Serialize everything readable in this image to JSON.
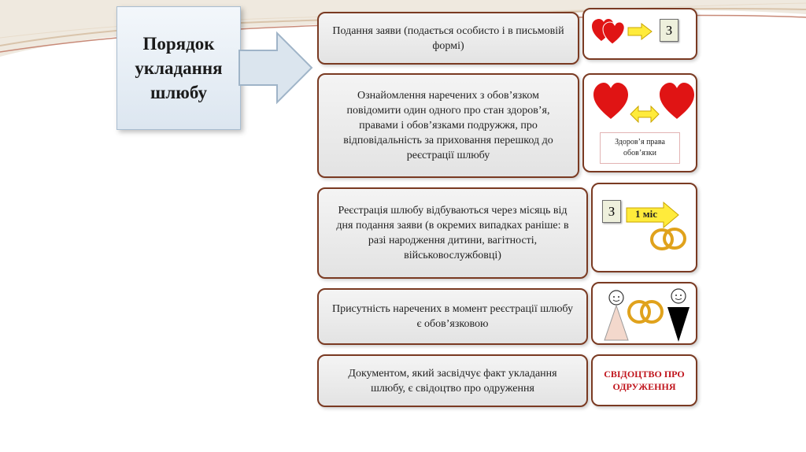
{
  "title": "Порядок укладання шлюбу",
  "steps": [
    {
      "text": "Подання заяви (подається особисто і в письмовій формі)"
    },
    {
      "text": "Ознайомлення наречених з обов’язком повідомити один одного про стан здоров’я, правами і обов’язками подружжя, про відповідальність за приховання перешкод до реєстрації шлюбу"
    },
    {
      "text": "Реєстрація шлюбу відбуваються через місяць від дня подання заяви (в окремих випадках раніше: в разі народження дитини, вагітності, військовослужбовці)"
    },
    {
      "text": "Присутність наречених в момент реєстрації шлюбу є обов’язковою"
    },
    {
      "text": "Документом, який засвідчує факт укладання шлюбу, є свідоцтво про одруження"
    }
  ],
  "icons": {
    "application_doc_label": "З",
    "health_rights_label": "Здоров’я права обов’язки",
    "registration_doc_label": "З",
    "one_month_label": "1 міс",
    "certificate_label": "СВІДОЦТВО ПРО ОДРУЖЕННЯ"
  },
  "colors": {
    "step_border": "#7a3a22",
    "heart": "#e01414",
    "arrow": "#ffeb3b",
    "ring": "#e0a21c",
    "certificate_text": "#c0141c"
  }
}
